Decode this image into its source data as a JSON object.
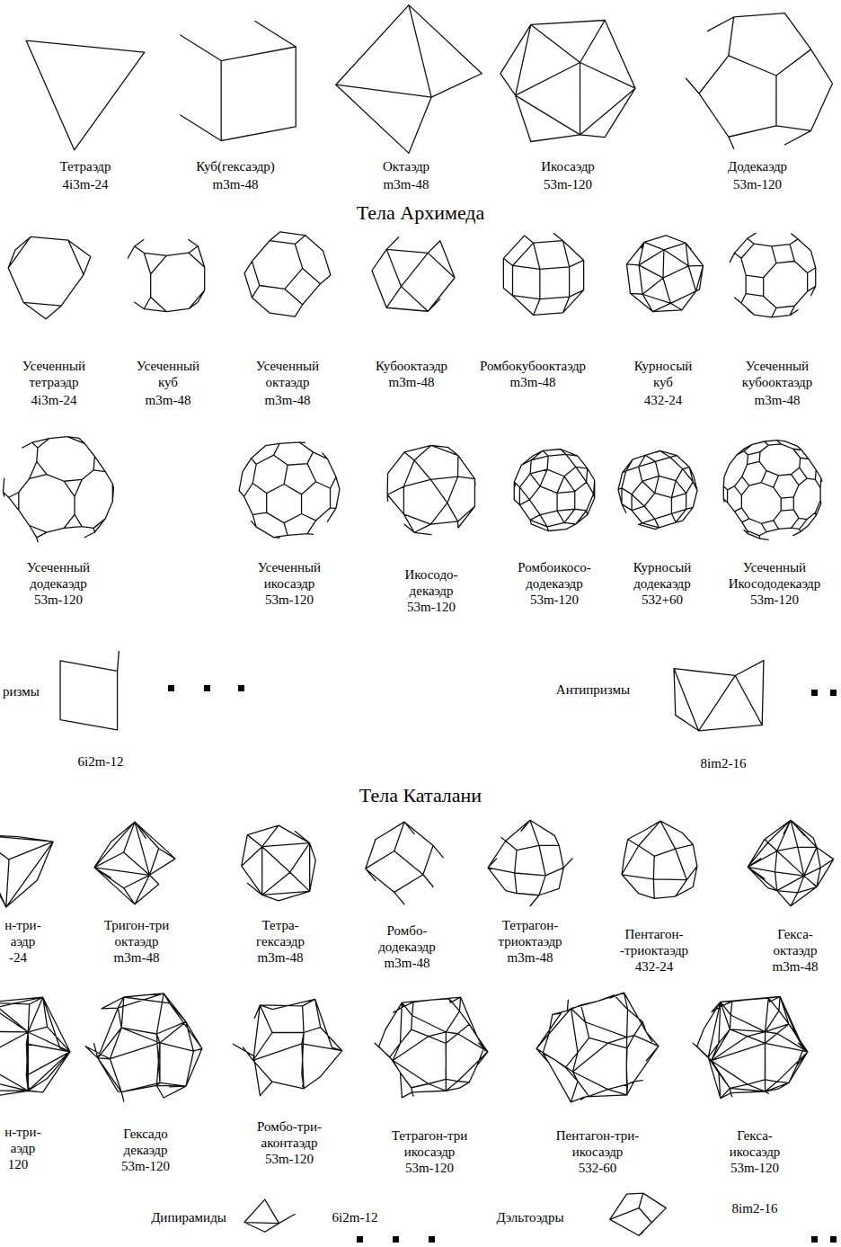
{
  "diagram": {
    "labels": [
      "Тетраэдр",
      "4i3m-24",
      "Куб(гексаэдр)",
      "m3m-48",
      "Октаэдр",
      "m3m-48",
      "Икосаэдр",
      "53m-120",
      "Додекаэдр",
      "53m-120",
      "Тела Архимеда",
      "Усеченный тетраэдр",
      "4i3m-24",
      "Усеченный куб",
      "m3m-48",
      "Усеченный октаэдр",
      "m3m-48",
      "Кубооктаэдр",
      "m3m-48",
      "Ромбокубооктаэдр",
      "m3m-48",
      "Курносый куб",
      "432-24",
      "Усеченный кубооктаэдр",
      "m3m-48",
      "Усеченный додекаэдр",
      "53m-120",
      "Усеченный икосаэдр",
      "53m-120",
      "Икосодо- декаэдр",
      "53m-120",
      "Ромбоикосо- додекаэдр",
      "53m-120",
      "Курносый додекаэдр",
      "532+60",
      "Усеченный Икосододекаэдр",
      "53m-120",
      "ризмы",
      "6i2m-12",
      "Антипризмы",
      "8im2-16",
      "Тела Каталани",
      "н-три- аэдр",
      "-24",
      "Тригон-три октаэдр",
      "m3m-48",
      "Тетра- гексаэдр",
      "m3m-48",
      "Ромбо- додекаэдр",
      "m3m-48",
      "Тетрагон- триоктаэдр",
      "m3m-48",
      "Пентагон- -триоктаэдр",
      "432-24",
      "Гекса- октаэдр",
      "m3m-48",
      "н-три- аэдр",
      "120",
      "Гексадо декаэдр",
      "53m-120",
      "Ромбо-три- аконтаэдр",
      "53m-120",
      "Тетрагон-три икосаэдр",
      "53m-120",
      "Пентагон-три- икосаэдр",
      "532-60",
      "Гекса- икосаэдр",
      "53m-120",
      "Дипирамиды",
      "6i2m-12",
      "Дэльтоэдры",
      "8im2-16"
    ]
  }
}
